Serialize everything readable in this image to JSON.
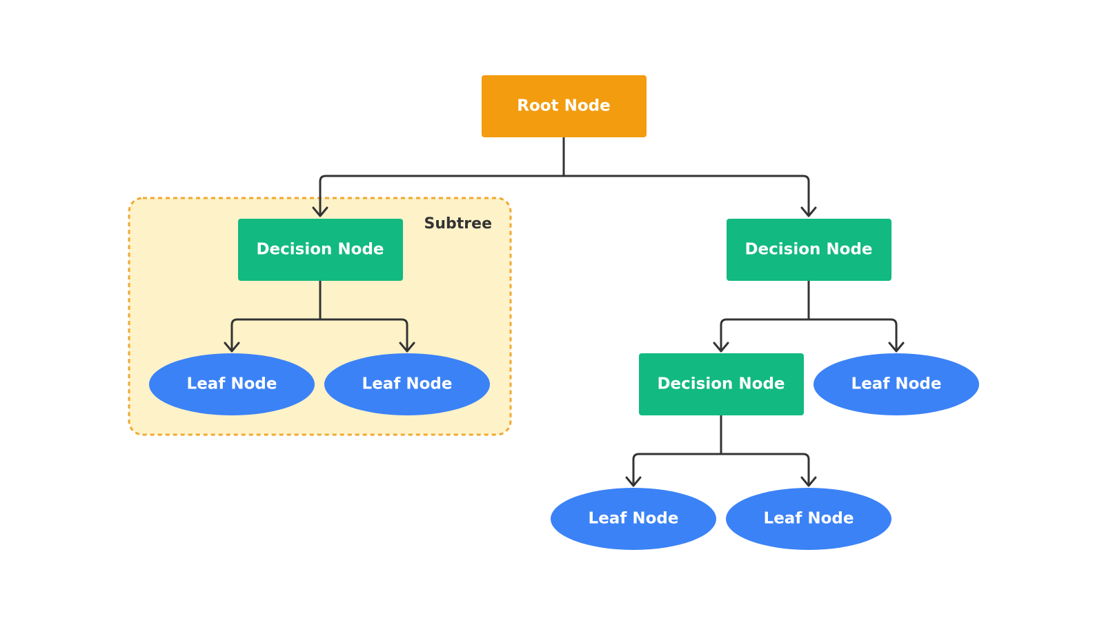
{
  "colors": {
    "root": "#F39C0F",
    "decision": "#12B981",
    "leaf": "#3B82F6",
    "subtree_fill": "#FDF2C8",
    "subtree_border": "#F0A830",
    "edge": "#333333",
    "label_text": "#FFFFFF",
    "subtree_text": "#333333"
  },
  "subtree": {
    "label": "Subtree"
  },
  "nodes": {
    "root": {
      "label": "Root Node",
      "shape": "rectangle"
    },
    "decision_left": {
      "label": "Decision Node",
      "shape": "rectangle"
    },
    "decision_right": {
      "label": "Decision Node",
      "shape": "rectangle"
    },
    "decision_inner": {
      "label": "Decision Node",
      "shape": "rectangle"
    },
    "leaf_1": {
      "label": "Leaf Node",
      "shape": "ellipse"
    },
    "leaf_2": {
      "label": "Leaf Node",
      "shape": "ellipse"
    },
    "leaf_3": {
      "label": "Leaf Node",
      "shape": "ellipse"
    },
    "leaf_4": {
      "label": "Leaf Node",
      "shape": "ellipse"
    },
    "leaf_5": {
      "label": "Leaf Node",
      "shape": "ellipse"
    }
  },
  "edges": [
    {
      "from": "root",
      "to": "decision_left"
    },
    {
      "from": "root",
      "to": "decision_right"
    },
    {
      "from": "decision_left",
      "to": "leaf_1"
    },
    {
      "from": "decision_left",
      "to": "leaf_2"
    },
    {
      "from": "decision_right",
      "to": "decision_inner"
    },
    {
      "from": "decision_right",
      "to": "leaf_3"
    },
    {
      "from": "decision_inner",
      "to": "leaf_4"
    },
    {
      "from": "decision_inner",
      "to": "leaf_5"
    }
  ]
}
